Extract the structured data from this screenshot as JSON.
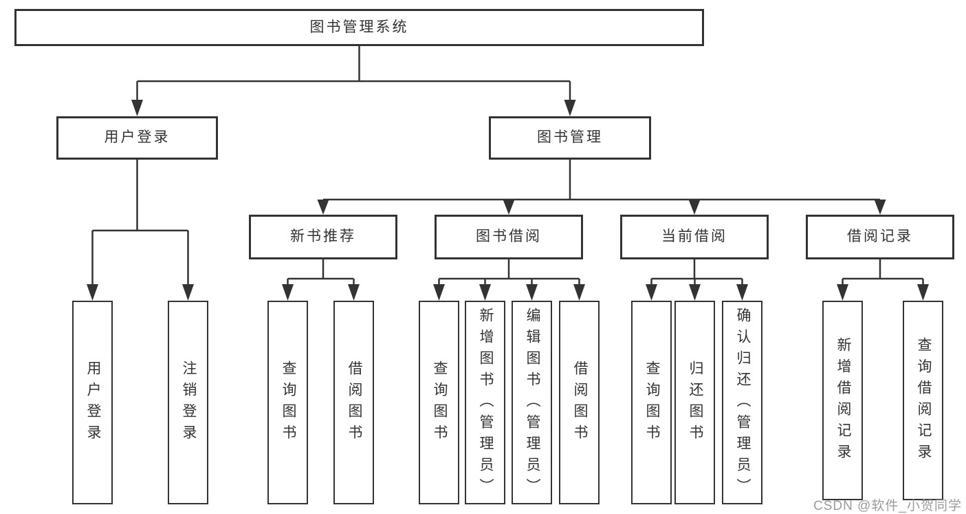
{
  "tree": {
    "label": "图书管理系统",
    "children": [
      {
        "label": "用户登录",
        "children": [
          {
            "label": "用户登录"
          },
          {
            "label": "注销登录"
          }
        ]
      },
      {
        "label": "图书管理",
        "children": [
          {
            "label": "新书推荐",
            "children": [
              {
                "label": "查询图书"
              },
              {
                "label": "借阅图书"
              }
            ]
          },
          {
            "label": "图书借阅",
            "children": [
              {
                "label": "查询图书"
              },
              {
                "label": "新增图书（管理员）"
              },
              {
                "label": "编辑图书（管理员）"
              },
              {
                "label": "借阅图书"
              }
            ]
          },
          {
            "label": "当前借阅",
            "children": [
              {
                "label": "查询图书"
              },
              {
                "label": "归还图书"
              },
              {
                "label": "确认归还（管理员）"
              }
            ]
          },
          {
            "label": "借阅记录",
            "children": [
              {
                "label": "新增借阅记录"
              },
              {
                "label": "查询借阅记录"
              }
            ]
          }
        ]
      }
    ]
  },
  "watermark": {
    "text": "CSDN @软件_小贺同学"
  },
  "colors": {
    "line": "#333333",
    "text": "#333333",
    "watermark": "#9b9b9b",
    "background": "#ffffff"
  }
}
